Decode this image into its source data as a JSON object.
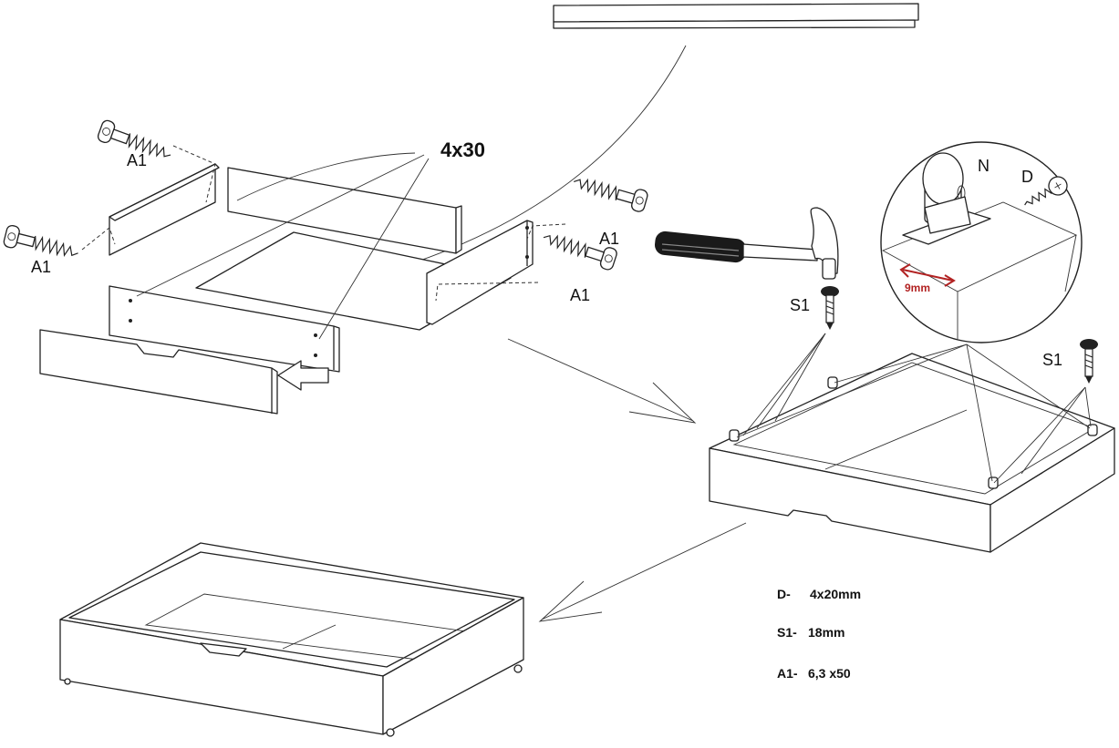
{
  "labels": {
    "screw_a1": "A1",
    "size_4x30": "4x30",
    "nail_s1": "S1",
    "caster_n": "N",
    "screw_d": "D",
    "offset": "9mm"
  },
  "legend": [
    {
      "code": "D-",
      "value": "4x20mm"
    },
    {
      "code": "S1-",
      "value": "18mm"
    },
    {
      "code": "A1-",
      "value": "6,3 x50"
    }
  ],
  "colors": {
    "line": "#222222",
    "dimension": "#b22222"
  },
  "icons": [
    "screw-icon",
    "hammer-icon",
    "nail-icon",
    "caster-wheel-icon"
  ]
}
